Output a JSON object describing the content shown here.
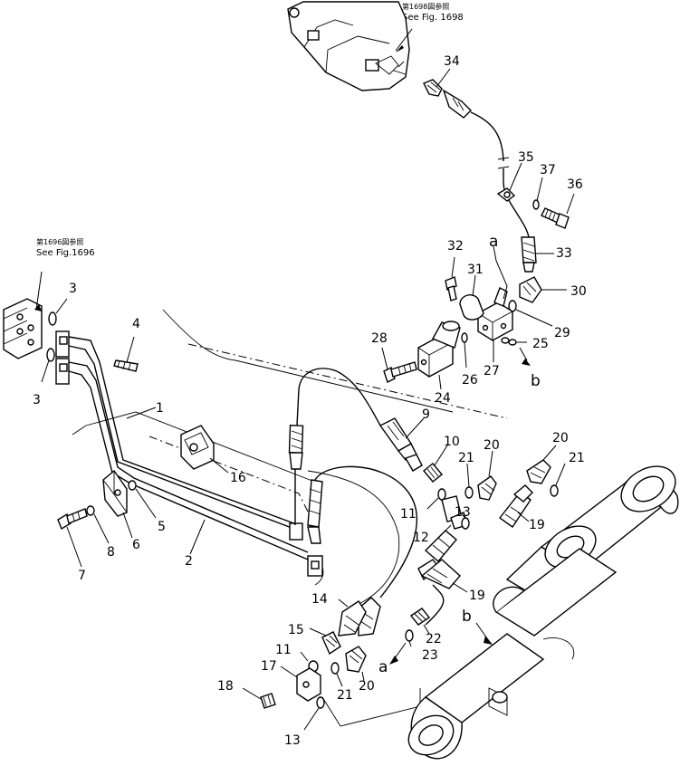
{
  "references": {
    "upper": {
      "jp": "第1698図参照",
      "en": "See Fig. 1698"
    },
    "left": {
      "jp": "第1696図参照",
      "en": "See Fig.1696"
    }
  },
  "callouts": {
    "c1": "1",
    "c2": "2",
    "c3a": "3",
    "c3b": "3",
    "c4": "4",
    "c5": "5",
    "c6": "6",
    "c7": "7",
    "c8": "8",
    "c9": "9",
    "c10": "10",
    "c11a": "11",
    "c11b": "11",
    "c12": "12",
    "c13a": "13",
    "c13b": "13",
    "c14": "14",
    "c15": "15",
    "c16": "16",
    "c17": "17",
    "c18": "18",
    "c19a": "19",
    "c19b": "19",
    "c20a": "20",
    "c20b": "20",
    "c20c": "20",
    "c21a": "21",
    "c21b": "21",
    "c21c": "21",
    "c22": "22",
    "c23": "23",
    "c24": "24",
    "c25": "25",
    "c26": "26",
    "c27": "27",
    "c28": "28",
    "c29": "29",
    "c30": "30",
    "c31": "31",
    "c32": "32",
    "c33": "33",
    "c34": "34",
    "c35": "35",
    "c36": "36",
    "c37": "37"
  },
  "connection_marks": {
    "a_top": "a",
    "b_right": "b",
    "b_cyl": "b",
    "a_bottom": "a"
  },
  "colors": {
    "line": "#000000",
    "background": "#ffffff"
  }
}
